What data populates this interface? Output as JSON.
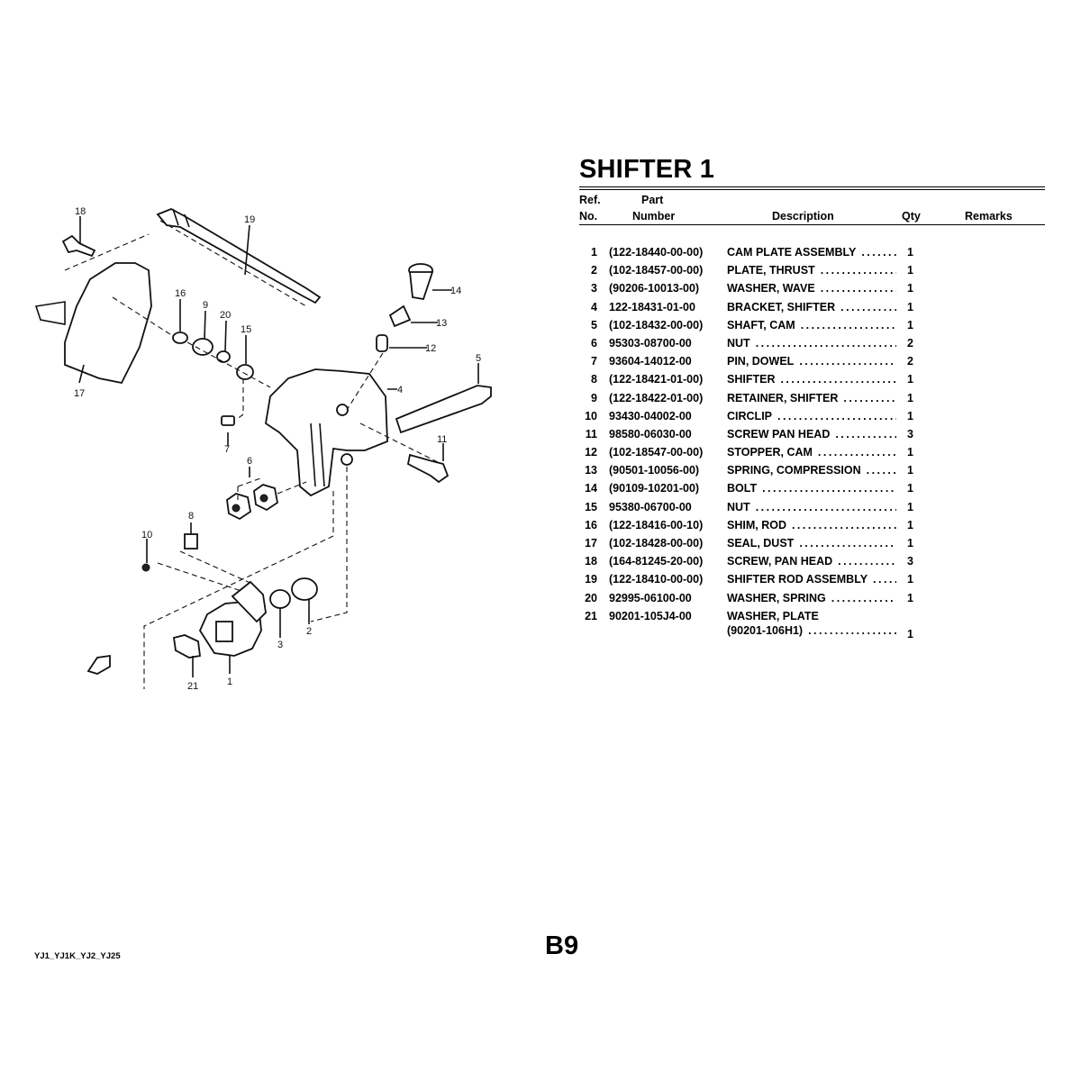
{
  "page": {
    "title": "SHIFTER 1",
    "page_number": "B9",
    "model_codes": "YJ1_YJ1K_YJ2_YJ25"
  },
  "table": {
    "headers": {
      "ref_line1": "Ref.",
      "ref_line2": "No.",
      "part_line1": "Part",
      "part_line2": "Number",
      "description": "Description",
      "qty": "Qty",
      "remarks": "Remarks"
    },
    "rows": [
      {
        "ref": "1",
        "part": "(122-18440-00-00)",
        "desc": "CAM PLATE ASSEMBLY",
        "qty": "1"
      },
      {
        "ref": "2",
        "part": "(102-18457-00-00)",
        "desc": "PLATE, THRUST",
        "qty": "1"
      },
      {
        "ref": "3",
        "part": "(90206-10013-00)",
        "desc": "WASHER, WAVE",
        "qty": "1"
      },
      {
        "ref": "4",
        "part": "122-18431-01-00",
        "desc": "BRACKET, SHIFTER",
        "qty": "1"
      },
      {
        "ref": "5",
        "part": "(102-18432-00-00)",
        "desc": "SHAFT, CAM",
        "qty": "1"
      },
      {
        "ref": "6",
        "part": "95303-08700-00",
        "desc": "NUT",
        "qty": "2"
      },
      {
        "ref": "7",
        "part": "93604-14012-00",
        "desc": "PIN, DOWEL",
        "qty": "2"
      },
      {
        "ref": "8",
        "part": "(122-18421-01-00)",
        "desc": "SHIFTER",
        "qty": "1"
      },
      {
        "ref": "9",
        "part": "(122-18422-01-00)",
        "desc": "RETAINER, SHIFTER",
        "qty": "1"
      },
      {
        "ref": "10",
        "part": "93430-04002-00",
        "desc": "CIRCLIP",
        "qty": "1"
      },
      {
        "ref": "11",
        "part": "98580-06030-00",
        "desc": "SCREW PAN HEAD",
        "qty": "3"
      },
      {
        "ref": "12",
        "part": "(102-18547-00-00)",
        "desc": "STOPPER, CAM",
        "qty": "1"
      },
      {
        "ref": "13",
        "part": "(90501-10056-00)",
        "desc": "SPRING, COMPRESSION",
        "qty": "1"
      },
      {
        "ref": "14",
        "part": "(90109-10201-00)",
        "desc": "BOLT",
        "qty": "1"
      },
      {
        "ref": "15",
        "part": "95380-06700-00",
        "desc": "NUT",
        "qty": "1"
      },
      {
        "ref": "16",
        "part": "(122-18416-00-10)",
        "desc": "SHIM, ROD",
        "qty": "1"
      },
      {
        "ref": "17",
        "part": "(102-18428-00-00)",
        "desc": "SEAL, DUST",
        "qty": "1"
      },
      {
        "ref": "18",
        "part": "(164-81245-20-00)",
        "desc": "SCREW, PAN HEAD",
        "qty": "3"
      },
      {
        "ref": "19",
        "part": "(122-18410-00-00)",
        "desc": "SHIFTER ROD ASSEMBLY",
        "qty": "1"
      },
      {
        "ref": "20",
        "part": "92995-06100-00",
        "desc": "WASHER, SPRING",
        "qty": "1"
      },
      {
        "ref": "21",
        "part": "90201-105J4-00",
        "desc": "WASHER, PLATE",
        "desc2": "(90201-106H1)",
        "qty": "1"
      }
    ]
  },
  "diagram": {
    "callouts": [
      "18",
      "19",
      "16",
      "9",
      "20",
      "15",
      "14",
      "13",
      "12",
      "4",
      "5",
      "11",
      "17",
      "7",
      "6",
      "8",
      "10",
      "3",
      "2",
      "21",
      "1"
    ]
  }
}
